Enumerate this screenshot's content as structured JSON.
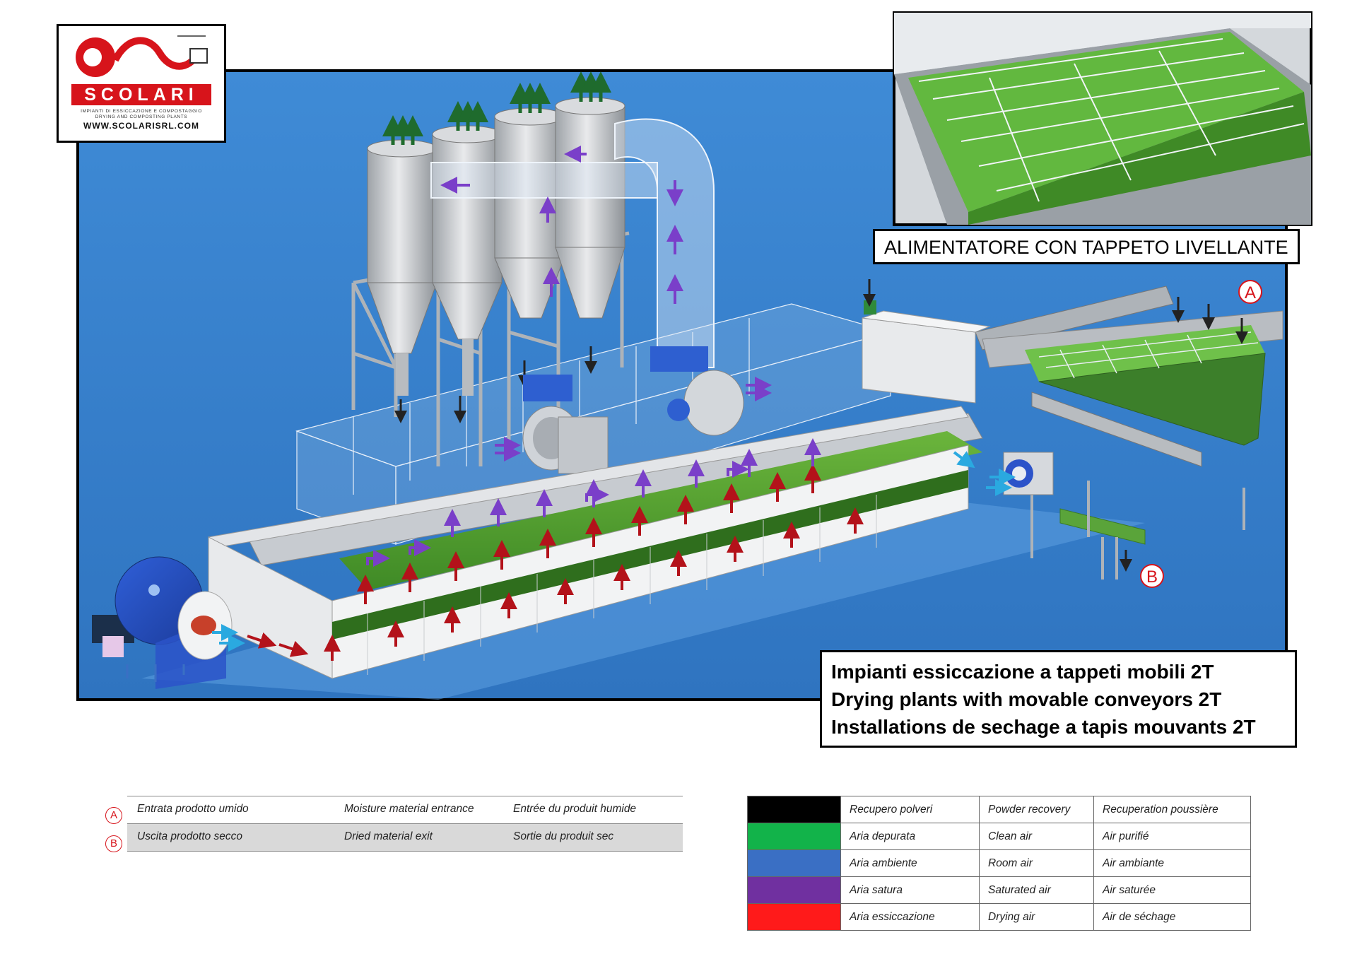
{
  "logo": {
    "name": "SCOLARI",
    "subtitle_it": "IMPIANTI DI ESSICCAZIONE E COMPOSTAGGIO",
    "subtitle_en": "DRYING AND COMPOSTING PLANTS",
    "url": "WWW.SCOLARISRL.COM"
  },
  "inset_title": "ALIMENTATORE CON TAPPETO LIVELLANTE",
  "main_title": {
    "line_it": "Impianti essiccazione a tappeti mobili 2T",
    "line_en": "Drying plants with movable conveyors 2T",
    "line_fr": "Installations de sechage a tapis mouvants 2T"
  },
  "callouts": {
    "a": "A",
    "b": "B"
  },
  "point_legend": [
    {
      "badge": "A",
      "it": "Entrata prodotto umido",
      "en": "Moisture material entrance",
      "fr": "Entrée du produit humide"
    },
    {
      "badge": "B",
      "it": "Uscita prodotto secco",
      "en": "Dried material exit",
      "fr": "Sortie du produit sec"
    }
  ],
  "color_legend": [
    {
      "color": "#000000",
      "it": "Recupero polveri",
      "en": "Powder recovery",
      "fr": "Recuperation poussière"
    },
    {
      "color": "#12b34a",
      "it": "Aria depurata",
      "en": "Clean air",
      "fr": "Air purifié"
    },
    {
      "color": "#3a6fc4",
      "it": "Aria ambiente",
      "en": "Room air",
      "fr": "Air ambiante"
    },
    {
      "color": "#7030a0",
      "it": "Aria satura",
      "en": "Saturated air",
      "fr": "Air saturée"
    },
    {
      "color": "#ff1a1a",
      "it": "Aria essiccazione",
      "en": "Drying air",
      "fr": "Air de séchage"
    }
  ],
  "colors": {
    "background_blue": "#3a86d2",
    "conveyor_green": "#4f9a2f",
    "frame_grey": "#c8ccd0",
    "brand_red": "#d7141b"
  }
}
